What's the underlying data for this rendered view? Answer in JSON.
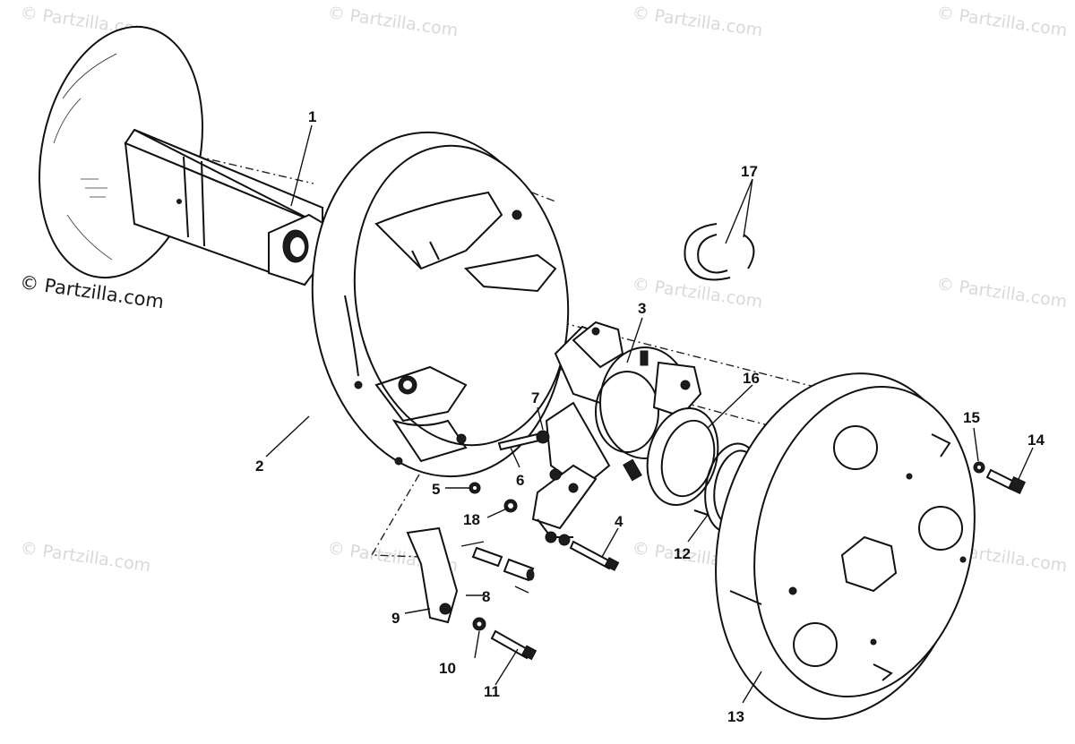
{
  "watermark": {
    "text": "© Partzilla.com"
  },
  "brand_label": "© Partzilla.com",
  "callouts": {
    "c1": "1",
    "c2": "2",
    "c3": "3",
    "c4": "4",
    "c5": "5",
    "c6": "6",
    "c7": "7",
    "c8": "8",
    "c9": "9",
    "c10": "10",
    "c11": "11",
    "c12": "12",
    "c13": "13",
    "c14": "14",
    "c15": "15",
    "c16": "16",
    "c17": "17",
    "c18": "18"
  }
}
